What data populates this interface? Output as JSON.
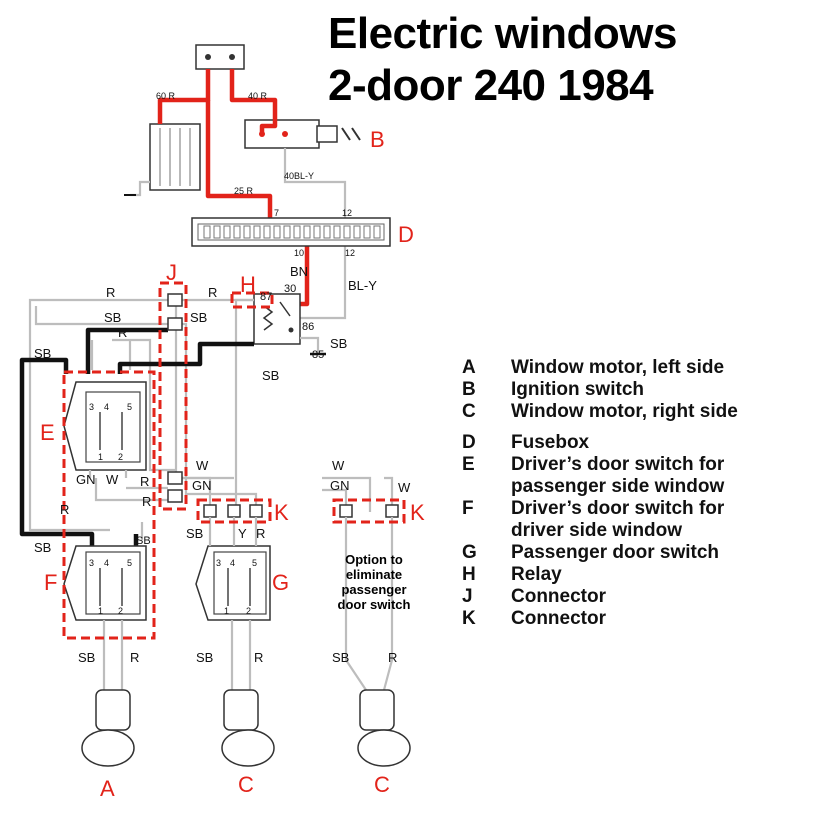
{
  "title": {
    "line1": "Electric windows",
    "line2": "2-door 240 1984"
  },
  "colors": {
    "highlight": "#e2231a",
    "wire": "#c8c8c8",
    "black": "#111111"
  },
  "wire_labels": {
    "r60": "60 R",
    "r40": "40 R",
    "bly40": "40BL-Y",
    "r25": "25 R",
    "n10": "10",
    "n7": "7",
    "n12": "12",
    "n12b": "12",
    "bn": "BN",
    "n30": "30",
    "n87": "87",
    "n86": "86",
    "n85": "85",
    "bly": "BL-Y",
    "r_top": "R",
    "r_top2": "R",
    "sb_top": "SB",
    "sb_top2": "SB",
    "r_inner": "R",
    "sb_left": "SB",
    "sb_mid": "SB",
    "sb_relay": "SB",
    "e3": "3",
    "e4": "4",
    "e5": "5",
    "e1": "1",
    "e2": "2",
    "gn_e": "GN",
    "w_e": "W",
    "r_e": "R",
    "r_e2": "R",
    "sb_e": "SB",
    "sb_f": "SB",
    "f3": "3",
    "f4": "4",
    "f5": "5",
    "f1": "1",
    "f2": "2",
    "w_k": "W",
    "gn_k": "GN",
    "r_k": "R",
    "sb_g": "SB",
    "y_g": "Y",
    "r_g": "R",
    "g3": "3",
    "g4": "4",
    "g5": "5",
    "g1": "1",
    "g2": "2",
    "w_opt": "W",
    "gn_opt": "GN",
    "w_opt2": "W",
    "sb_opt": "SB",
    "r_opt": "R",
    "sb_a": "SB",
    "r_a": "R",
    "sb_c": "SB",
    "r_c": "R",
    "sb_c2": "SB",
    "r_c2": "R"
  },
  "callouts": {
    "A": "A",
    "B": "B",
    "C": "C",
    "C2": "C",
    "D": "D",
    "E": "E",
    "F": "F",
    "G": "G",
    "H": "H",
    "J": "J",
    "K": "K",
    "K2": "K"
  },
  "option_note": {
    "l1": "Option to",
    "l2": "eliminate",
    "l3": "passenger",
    "l4": "door switch"
  },
  "legend": [
    {
      "key": "A",
      "text": "Window motor, left side"
    },
    {
      "key": "B",
      "text": "Ignition switch"
    },
    {
      "key": "C",
      "text": "Window motor, right side"
    },
    {
      "key": "D",
      "text": "Fusebox"
    },
    {
      "key": "E",
      "text": "Driver’s door switch for",
      "text2": "passenger side window"
    },
    {
      "key": "F",
      "text": "Driver’s door switch for",
      "text2": "driver side window"
    },
    {
      "key": "G",
      "text": "Passenger door switch"
    },
    {
      "key": "H",
      "text": "Relay"
    },
    {
      "key": "J",
      "text": "Connector"
    },
    {
      "key": "K",
      "text": "Connector"
    }
  ]
}
